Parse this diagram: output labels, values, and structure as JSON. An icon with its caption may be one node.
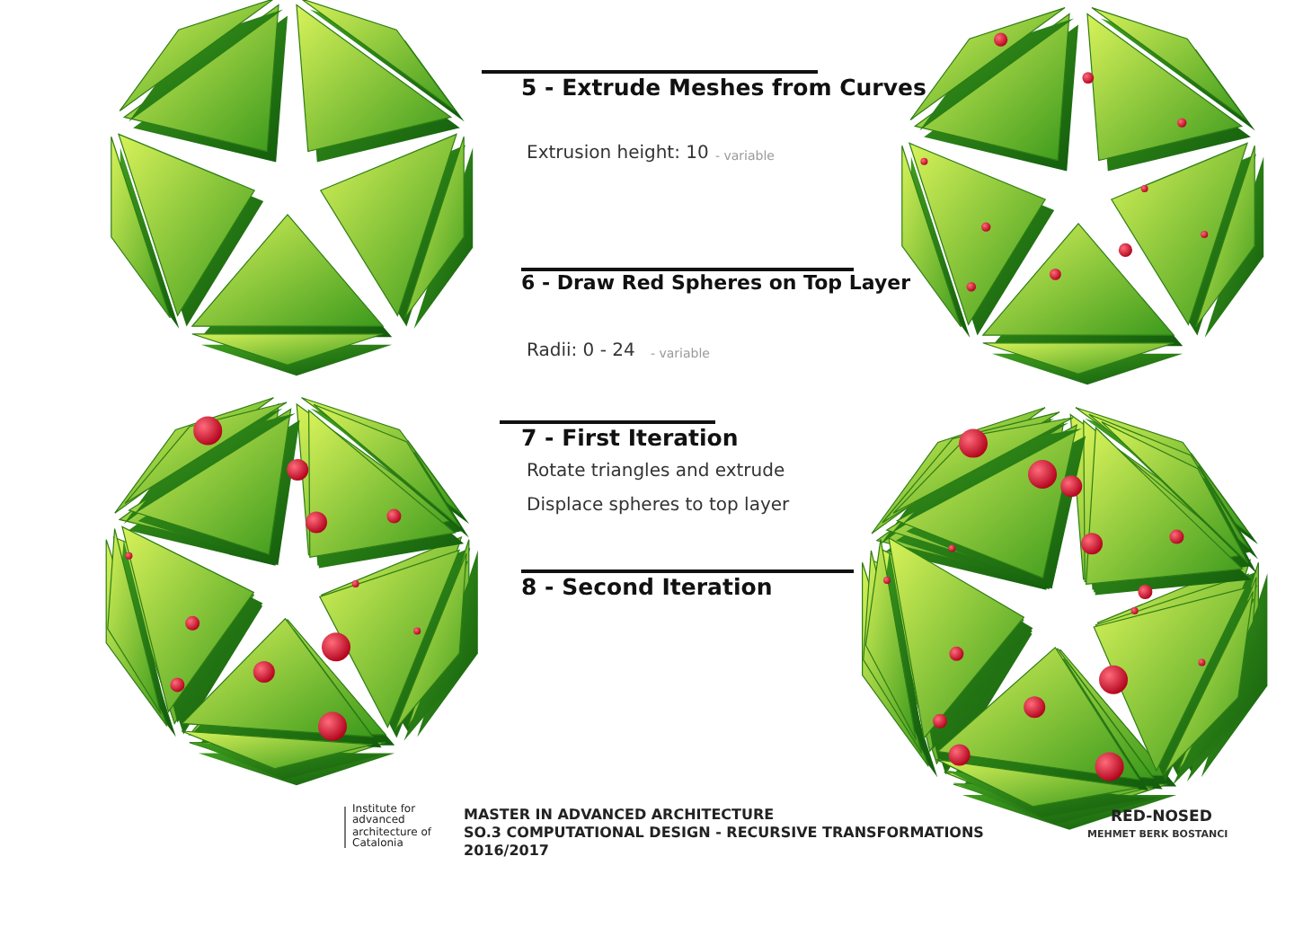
{
  "diagram": {
    "labels": [
      "5 - Extrude Meshes from Curves",
      "Extrusion height: 10",
      "- variable",
      "6 - Draw Red Spheres on Top Layer",
      "Radii: 0 - 24",
      "- variable",
      "7 - First Iteration",
      "Rotate triangles and extrude",
      "Displace spheres to top layer",
      "8 - Second Iteration",
      "Institute for advanced architecture of Catalonia",
      "MASTER IN ADVANCED ARCHITECTURE",
      "SO.3 COMPUTATIONAL DESIGN - RECURSIVE TRANSFORMATIONS",
      "2016/2017",
      "RED-NOSED",
      "MEHMET BERK BOSTANCI"
    ]
  }
}
